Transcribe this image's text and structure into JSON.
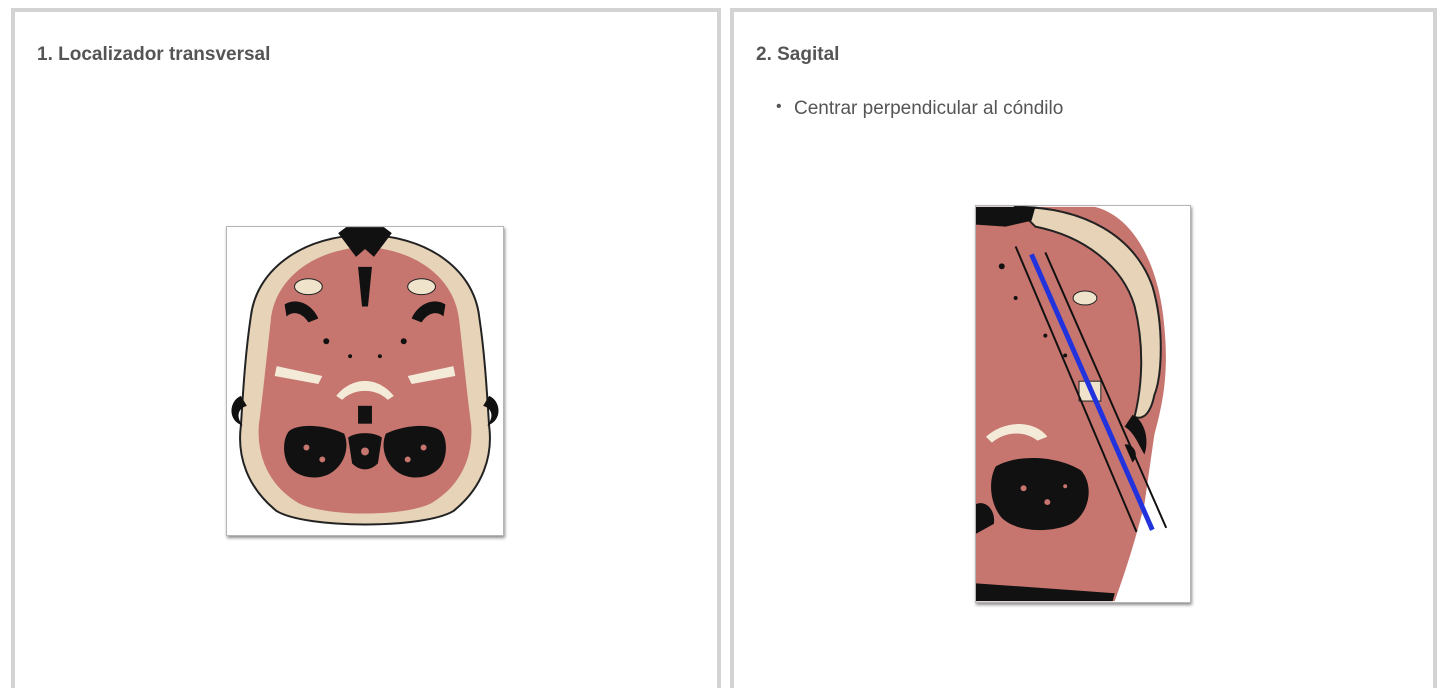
{
  "panels": [
    {
      "title": "1. Localizador transversal",
      "bullets": [],
      "image_icon": "axial-mri-scout-icon"
    },
    {
      "title": "2. Sagital",
      "bullets": [
        "Centrar perpendicular al cóndilo"
      ],
      "image_icon": "sagittal-planning-lines-icon"
    }
  ],
  "colors": {
    "panel_border": "#d3d3d3",
    "text": "#555555",
    "tissue": "#c6756f",
    "fat": "#e6d3b8",
    "dark": "#111111",
    "planning_line_blue": "#2233dd"
  }
}
